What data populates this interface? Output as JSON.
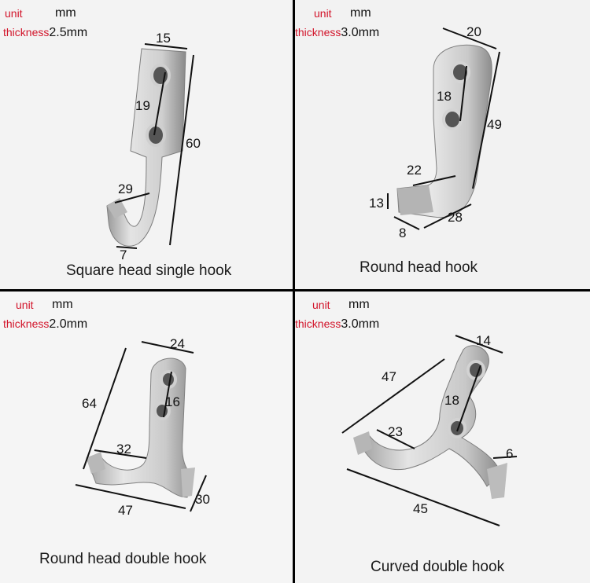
{
  "panels": [
    {
      "unit_label": "unit",
      "unit_value": "mm",
      "thickness_label": "thickness",
      "thickness_value": "2.5mm",
      "caption": "Square head single hook",
      "dims": [
        "15",
        "19",
        "60",
        "29",
        "7"
      ]
    },
    {
      "unit_label": "unit",
      "unit_value": "mm",
      "thickness_label": "thickness",
      "thickness_value": "3.0mm",
      "caption": "Round head hook",
      "dims": [
        "20",
        "18",
        "49",
        "22",
        "13",
        "28",
        "8"
      ]
    },
    {
      "unit_label": "unit",
      "unit_value": "mm",
      "thickness_label": "thickness",
      "thickness_value": "2.0mm",
      "caption": "Round head double hook",
      "dims": [
        "24",
        "16",
        "64",
        "32",
        "47",
        "30"
      ]
    },
    {
      "unit_label": "unit",
      "unit_value": "mm",
      "thickness_label": "thickness",
      "thickness_value": "3.0mm",
      "caption": "Curved double hook",
      "dims": [
        "14",
        "47",
        "18",
        "23",
        "6",
        "45"
      ]
    }
  ],
  "colors": {
    "label_red": "#d2142a",
    "steel_light": "#e6e6e6",
    "steel_dark": "#8f8f8f",
    "line": "#111111"
  }
}
